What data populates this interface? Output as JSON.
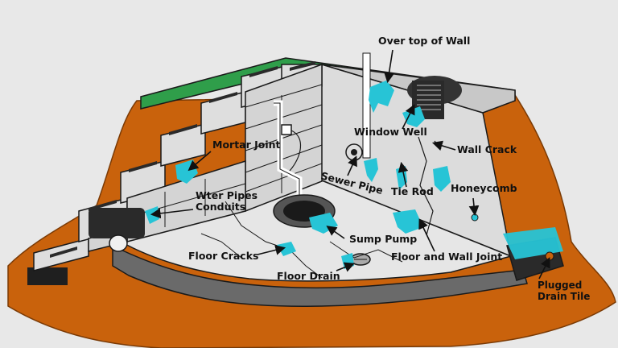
{
  "diagram": {
    "colors": {
      "background": "#e8e8e8",
      "soil": "#c9620c",
      "grass": "#2f9e4a",
      "wall": "#dcdcdc",
      "floor": "#e6e6e6",
      "footing": "#6a6a6a",
      "leak": "#27c4d6",
      "outline": "#1a1a1a"
    },
    "labels": {
      "over_top_of_wall": "Over top of Wall",
      "window_well": "Window Well",
      "wall_crack": "Wall Crack",
      "mortar_joint": "Mortar Joint",
      "sewer_pipe": "Sewer Pipe",
      "tie_rod": "Tie Rod",
      "honeycomb": "Honeycomb",
      "water_pipes": "Wter Pipes",
      "conduits": "Conduits",
      "sump_pump": "Sump Pump",
      "floor_cracks": "Floor Cracks",
      "floor_and_wall_joint": "Floor and Wall Joint",
      "floor_drain": "Floor Drain",
      "plugged": "Plugged",
      "drain_tile": "Drain Tile"
    }
  }
}
